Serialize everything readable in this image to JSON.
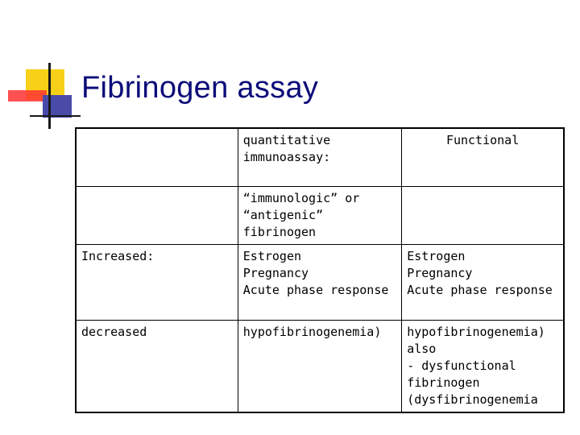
{
  "slide": {
    "title": "Fibrinogen assay"
  },
  "table": {
    "header": {
      "col2": "quantitative\nimmunoassay:",
      "col3": "Functional"
    },
    "subheader": {
      "col2": "“immunologic” or\n“antigenic” fibrinogen"
    },
    "rows": [
      {
        "label": "Increased:",
        "col2": "Estrogen\nPregnancy\nAcute phase response",
        "col3": "Estrogen\nPregnancy\nAcute phase response"
      },
      {
        "label": "decreased",
        "col2": "hypofibrinogenemia)",
        "col3": " hypofibrinogenemia)\nalso\n- dysfunctional\nfibrinogen\n(dysfibrinogenemia"
      }
    ]
  },
  "colors": {
    "title": "#0c0c7a",
    "logo_yellow": "#f7d117",
    "logo_red": "#ff3333",
    "logo_blue": "#4a4aa8"
  }
}
